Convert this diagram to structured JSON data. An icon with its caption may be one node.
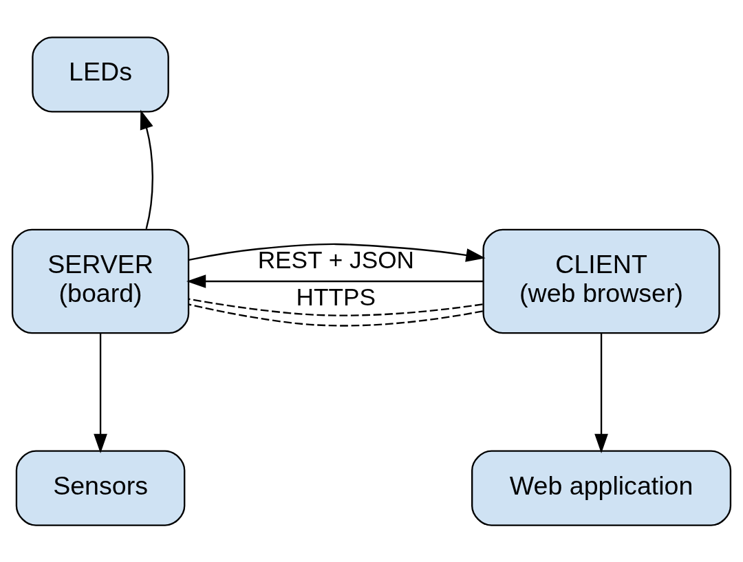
{
  "diagram": {
    "nodes": [
      {
        "text": [
          "LEDs"
        ]
      },
      {
        "text": [
          "CLIENT",
          "(web browser)"
        ]
      },
      {
        "text": [
          "SERVER",
          "(board)"
        ]
      },
      {
        "text": [
          "Web application"
        ]
      },
      {
        "text": [
          "Sensors"
        ]
      }
    ],
    "edges": [
      {
        "from": 1,
        "to": 2,
        "arrow": "to",
        "label": "REST + JSON"
      },
      {
        "from": 2,
        "to": 1,
        "arrow": "to"
      },
      {
        "from": 1,
        "to": 2,
        "arrow": "none",
        "style": "dashed"
      },
      {
        "from": 1,
        "to": 2,
        "arrow": "none",
        "style": "dashed",
        "label": "HTTPS"
      },
      {
        "from": 1,
        "to": 3,
        "arrow": "to"
      },
      {
        "from": 2,
        "to": 0,
        "arrow": "to"
      },
      {
        "from": 2,
        "to": 4,
        "arrow": "to"
      }
    ]
  }
}
